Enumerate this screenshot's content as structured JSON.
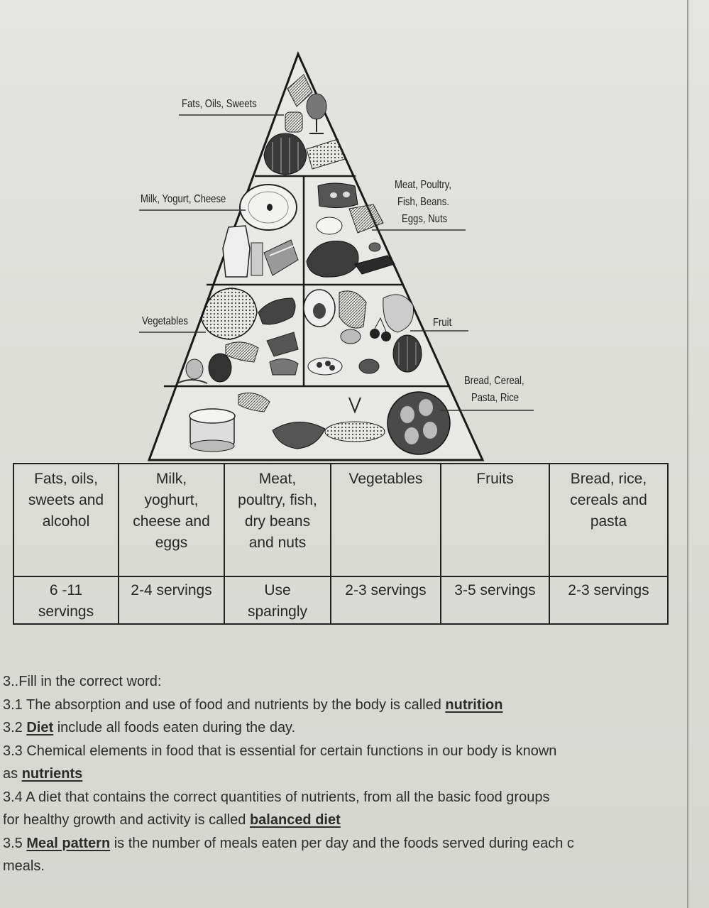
{
  "pyramid": {
    "labels": {
      "fats": "Fats, Oils, Sweets",
      "milk": "Milk, Yogurt, Cheese",
      "meat_1": "Meat, Poultry,",
      "meat_2": "Fish, Beans.",
      "meat_3": "Eggs, Nuts",
      "vegetables": "Vegetables",
      "fruit": "Fruit",
      "bread_1": "Bread, Cereal,",
      "bread_2": "Pasta, Rice"
    }
  },
  "table": {
    "groups": [
      {
        "name": [
          "Fats, oils,",
          "sweets and",
          "alcohol"
        ],
        "servings": [
          "6 -11",
          "servings"
        ]
      },
      {
        "name": [
          "Milk,",
          "yoghurt,",
          "cheese and",
          "eggs"
        ],
        "servings": [
          "2-4 servings"
        ]
      },
      {
        "name": [
          "Meat,",
          "poultry, fish,",
          "dry beans",
          "and nuts"
        ],
        "servings": [
          "Use",
          "sparingly"
        ]
      },
      {
        "name": [
          "Vegetables"
        ],
        "servings": [
          "2-3 servings"
        ]
      },
      {
        "name": [
          "Fruits"
        ],
        "servings": [
          "3-5 servings"
        ]
      },
      {
        "name": [
          "Bread, rice,",
          "cereals and",
          "pasta"
        ],
        "servings": [
          "2-3 servings"
        ]
      }
    ]
  },
  "questions": {
    "heading": "3..Fill in the correct word:",
    "q31": {
      "text": "3.1 The absorption and use of food and nutrients by the body is called ",
      "answer": "nutrition"
    },
    "q32": {
      "prefix": "3.2 ",
      "answer": "Diet",
      "text": " include all foods eaten during the day."
    },
    "q33": {
      "line1": "3.3 Chemical elements in food that is essential for certain functions in our body is known",
      "prefix": "as ",
      "answer": "nutrients"
    },
    "q34": {
      "line1": "3.4 A diet that contains the correct quantities of nutrients, from all the basic food groups",
      "line2": "for healthy growth and activity is called ",
      "answer": "balanced diet"
    },
    "q35": {
      "prefix": "3.5 ",
      "answer": "Meal pattern",
      "text": " is the number of meals eaten per day and the foods served during each c",
      "line2": "meals."
    }
  }
}
